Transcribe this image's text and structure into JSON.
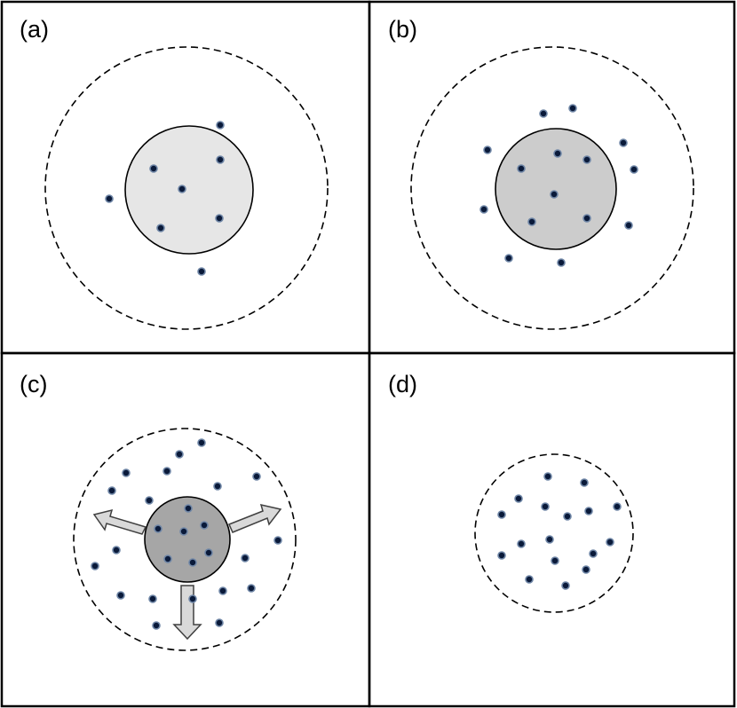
{
  "colors": {
    "frame": "#000000",
    "particle": "#0a1a3a",
    "particle_ring": "#6f86a6",
    "arrow_fill": "#d9d9d9",
    "arrow_stroke": "#404040"
  },
  "panels": [
    {
      "id": "a",
      "label": "(a)",
      "core_fill": "#e6e6e6",
      "has_core": true,
      "has_arrows": false
    },
    {
      "id": "b",
      "label": "(b)",
      "core_fill": "#cccccc",
      "has_core": true,
      "has_arrows": false
    },
    {
      "id": "c",
      "label": "(c)",
      "core_fill": "#a6a6a6",
      "has_core": true,
      "has_arrows": true
    },
    {
      "id": "d",
      "label": "(d)",
      "core_fill": null,
      "has_core": false,
      "has_arrows": false
    }
  ]
}
